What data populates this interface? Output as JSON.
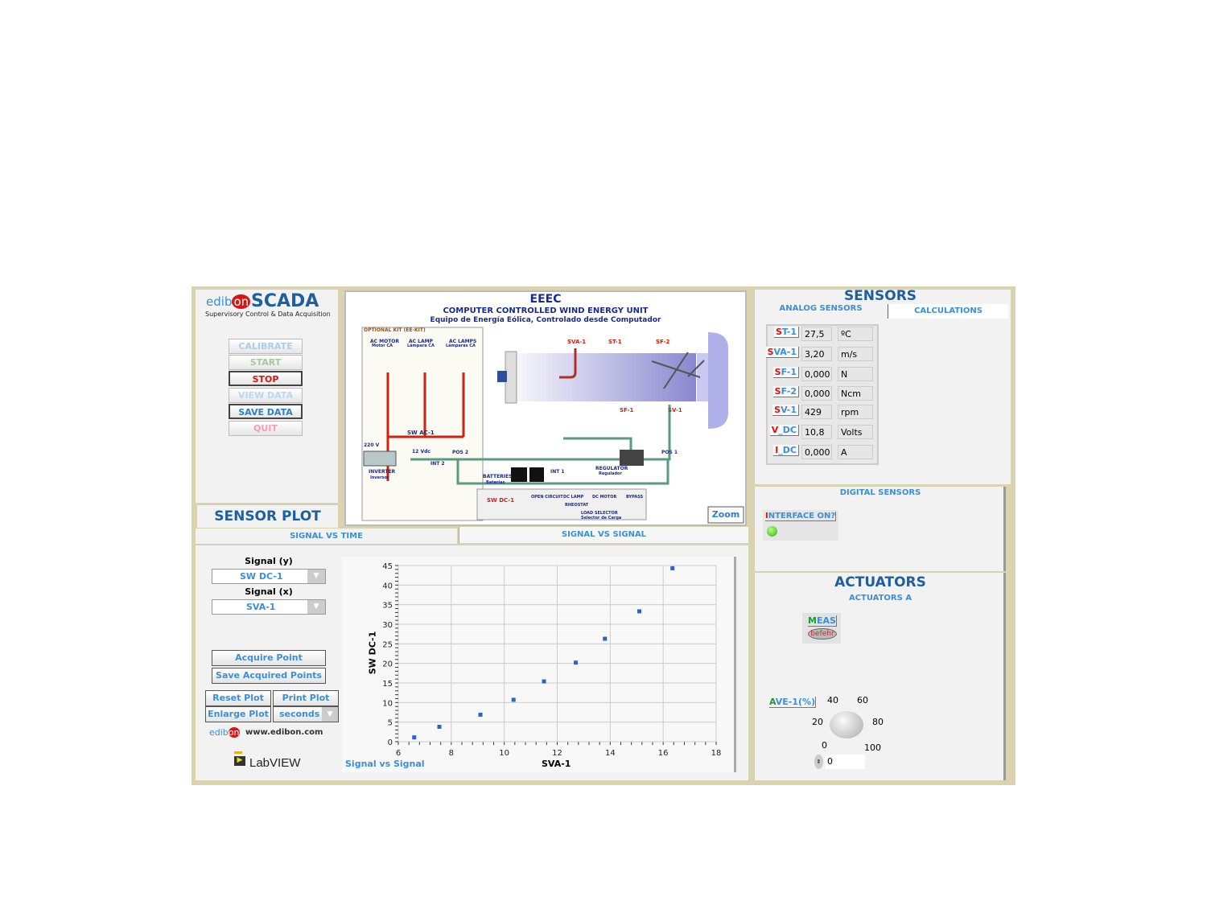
{
  "logo": {
    "brand": "edibon",
    "title": "SCADA",
    "subtitle": "Supervisory Control & Data Acquisition"
  },
  "controls": {
    "calibrate": "CALIBRATE",
    "start": "START",
    "stop": "STOP",
    "view_data": "VIEW DATA",
    "save_data": "SAVE DATA",
    "quit": "QUIT"
  },
  "diagram": {
    "title": "EEEC",
    "subtitle": "COMPUTER CONTROLLED WIND ENERGY UNIT",
    "subtitle_es": "Equipo de Energía Eólica, Controlado desde Computador",
    "optional_kit": "OPTIONAL KIT (EE-KIT)",
    "labels": {
      "ac_motor": "AC MOTOR",
      "ac_motor_es": "Motor CA",
      "ac_lamp": "AC LAMP",
      "ac_lamp_es": "Lámpara CA",
      "ac_lamps": "AC LAMPS",
      "ac_lamps_es": "Lámparas CA",
      "sva1": "SVA-1",
      "st1": "ST-1",
      "sf2": "SF-2",
      "sf1": "SF-1",
      "sv1": "SV-1",
      "swac1": "SW AC-1",
      "v220": "220 V",
      "v12": "12 Vdc",
      "int2": "INT 2",
      "pos2": "POS 2",
      "pos1": "POS 1",
      "inverter": "INVERTER",
      "inverter_es": "Inversor",
      "batteries": "BATTERIES",
      "batteries_es": "Baterías",
      "int1": "INT 1",
      "regulator": "REGULATOR",
      "regulator_es": "Regulador",
      "swdc1": "SW DC-1",
      "open_circuit": "OPEN CIRCUIT",
      "dc_lamp": "DC LAMP",
      "dc_motor": "DC MOTOR",
      "bypass": "BYPASS",
      "rheostat": "RHEOSTAT",
      "load_selector": "LOAD SELECTOR",
      "load_selector_es": "Selector de Carga"
    },
    "zoom": "Zoom"
  },
  "sensor_plot": {
    "title": "SENSOR PLOT",
    "tabs": [
      "SIGNAL VS TIME",
      "SIGNAL VS SIGNAL"
    ],
    "signal_y_label": "Signal (y)",
    "signal_y": "SW DC-1",
    "signal_x_label": "Signal (x)",
    "signal_x": "SVA-1",
    "acquire": "Acquire Point",
    "save_acquired": "Save Acquired Points",
    "reset": "Reset Plot",
    "print": "Print Plot",
    "enlarge": "Enlarge Plot",
    "units": "seconds",
    "website": "www.edibon.com",
    "labview": "LabVIEW"
  },
  "chart_data": {
    "type": "scatter",
    "title": "Signal vs Signal",
    "xlabel": "SVA-1",
    "ylabel": "SW DC-1",
    "xlim": [
      6,
      18
    ],
    "ylim": [
      0,
      45
    ],
    "grid": true,
    "xticks": [
      6,
      8,
      10,
      12,
      14,
      16,
      18
    ],
    "yticks": [
      0,
      5,
      10,
      15,
      20,
      25,
      30,
      35,
      40,
      45
    ],
    "x": [
      6.6,
      7.55,
      9.1,
      10.35,
      11.5,
      12.7,
      13.8,
      15.1,
      16.35
    ],
    "y": [
      1.1,
      3.8,
      6.9,
      10.7,
      15.4,
      20.2,
      26.3,
      33.3,
      44.3
    ],
    "color": "#2a63c4"
  },
  "sensors": {
    "title": "SENSORS",
    "tabs": [
      "ANALOG SENSORS",
      "CALCULATIONS"
    ],
    "analog": [
      {
        "first": "S",
        "rest": "T-1",
        "value": "27,5",
        "unit": "ºC"
      },
      {
        "first": "S",
        "rest": "VA-1",
        "value": "3,20",
        "unit": "m/s"
      },
      {
        "first": "S",
        "rest": "F-1",
        "value": "0,000",
        "unit": "N"
      },
      {
        "first": "S",
        "rest": "F-2",
        "value": "0,000",
        "unit": "Ncm"
      },
      {
        "first": "S",
        "rest": "V-1",
        "value": "429",
        "unit": "rpm"
      },
      {
        "first": "V",
        "rest": "_DC",
        "value": "10,8",
        "unit": "Volts"
      },
      {
        "first": "I",
        "rest": "_DC",
        "value": "0,000",
        "unit": "A"
      }
    ],
    "digital_title": "DIGITAL SENSORS",
    "interface_first": "I",
    "interface_rest": "NTERFACE ON?",
    "interface_on": true
  },
  "actuators": {
    "title": "ACTUATORS",
    "tab": "ACTUATORS A",
    "meas_first": "M",
    "meas_rest": "EAS",
    "meas_button": "befehr",
    "ave_first": "A",
    "ave_rest": "VE-1(%)",
    "knob_ticks": [
      "0",
      "20",
      "40",
      "60",
      "80",
      "100"
    ],
    "ave_value": "0"
  }
}
